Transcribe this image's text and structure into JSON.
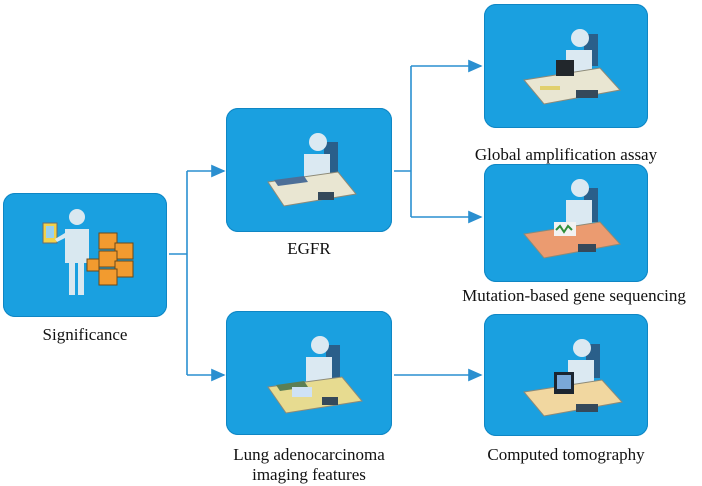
{
  "nodes": {
    "significance": {
      "label": "Significance",
      "icon": "person-with-boxes-icon"
    },
    "egfr": {
      "label": "EGFR",
      "icon": "person-at-desk-icon"
    },
    "lung": {
      "label_line1": "Lung adenocarcinoma",
      "label_line2": "imaging features",
      "icon": "person-at-desk-icon"
    },
    "global": {
      "label": "Global amplification assay",
      "icon": "person-at-computer-icon"
    },
    "mutation": {
      "label": "Mutation-based gene sequencing",
      "icon": "person-at-desk-icon"
    },
    "ct": {
      "label": "Computed tomography",
      "icon": "person-at-computer-icon"
    }
  },
  "colors": {
    "node_fill": "#1aa0e0",
    "connector": "#2a8fd0",
    "desk": "#e9e6d2"
  }
}
